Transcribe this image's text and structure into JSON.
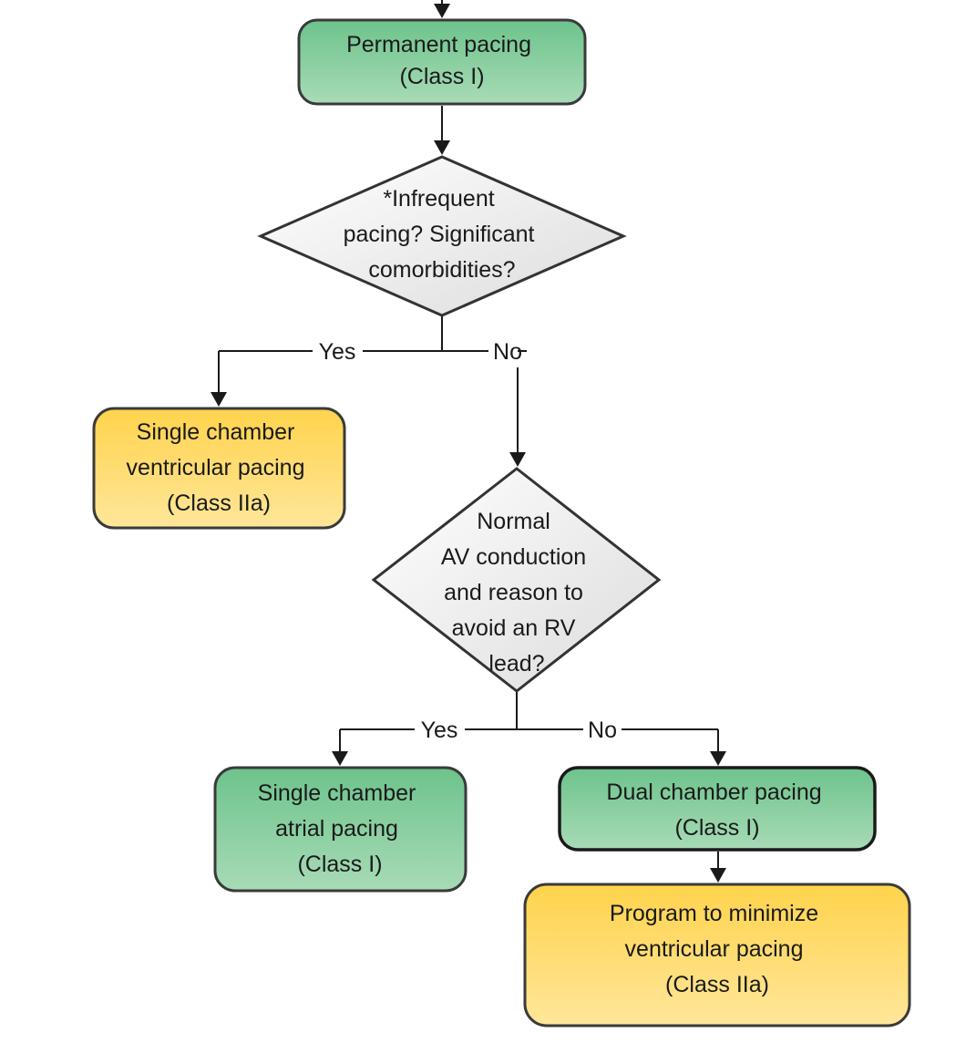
{
  "nodes": {
    "permanent_pacing": {
      "lines": [
        "Permanent pacing",
        "(Class I)"
      ]
    },
    "decision_infrequent": {
      "lines": [
        "*Infrequent",
        "pacing? Significant",
        "comorbidities?"
      ]
    },
    "single_ventricular": {
      "lines": [
        "Single chamber",
        "ventricular pacing",
        "(Class IIa)"
      ]
    },
    "decision_av": {
      "lines": [
        "Normal",
        "AV conduction",
        "and reason to",
        "avoid an RV",
        "lead?"
      ]
    },
    "single_atrial": {
      "lines": [
        "Single chamber",
        "atrial pacing",
        "(Class I)"
      ]
    },
    "dual_chamber": {
      "lines": [
        "Dual chamber pacing",
        "(Class I)"
      ]
    },
    "program_minimize": {
      "lines": [
        "Program to minimize",
        "ventricular pacing",
        "(Class IIa)"
      ]
    }
  },
  "edges": {
    "yes_1": "Yes",
    "no_1": "No",
    "yes_2": "Yes",
    "no_2": "No"
  },
  "colors": {
    "class_i_top": "#6dc38c",
    "class_i_bottom": "#a8dbb6",
    "class_iia_top": "#ffd34c",
    "class_iia_bottom": "#ffe69a",
    "decision_light": "#ffffff",
    "decision_dark": "#dcdcdc"
  }
}
